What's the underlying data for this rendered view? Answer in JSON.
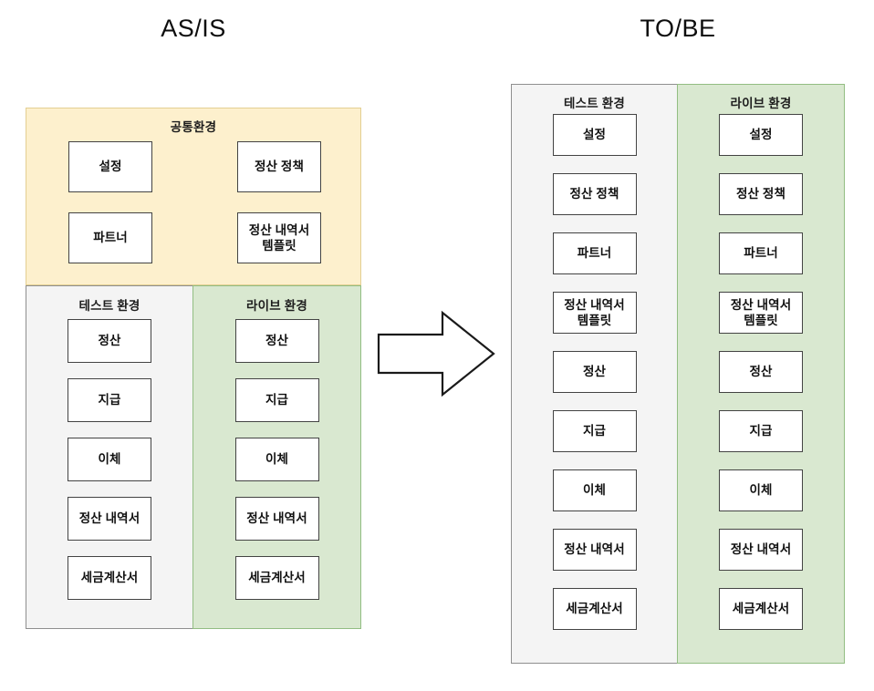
{
  "titles": {
    "asis": "AS/IS",
    "tobe": "TO/BE"
  },
  "colors": {
    "common_fill": "#fdf0cd",
    "common_border": "#e3cf92",
    "test_fill": "#f4f4f4",
    "test_border": "#8f8f8f",
    "live_fill": "#d9e8d0",
    "live_border": "#92bd82",
    "node_border": "#434343",
    "node_fill": "#ffffff",
    "arrow_stroke": "#1a1a1a"
  },
  "asis": {
    "common": {
      "label": "공통환경",
      "columns": [
        {
          "nodes": [
            {
              "label": "설정"
            },
            {
              "label": "파트너"
            }
          ]
        },
        {
          "nodes": [
            {
              "label": "정산 정책"
            },
            {
              "label": "정산 내역서\n템플릿"
            }
          ]
        }
      ]
    },
    "environments": [
      {
        "key": "test",
        "label": "테스트 환경",
        "nodes": [
          {
            "label": "정산"
          },
          {
            "label": "지급"
          },
          {
            "label": "이체"
          },
          {
            "label": "정산 내역서"
          },
          {
            "label": "세금계산서"
          }
        ]
      },
      {
        "key": "live",
        "label": "라이브 환경",
        "nodes": [
          {
            "label": "정산"
          },
          {
            "label": "지급"
          },
          {
            "label": "이체"
          },
          {
            "label": "정산 내역서"
          },
          {
            "label": "세금계산서"
          }
        ]
      }
    ]
  },
  "arrow": {
    "name": "right-arrow-icon",
    "direction": "right"
  },
  "tobe": {
    "environments": [
      {
        "key": "test",
        "label": "테스트 환경",
        "nodes": [
          {
            "label": "설정"
          },
          {
            "label": "정산 정책"
          },
          {
            "label": "파트너"
          },
          {
            "label": "정산 내역서\n템플릿"
          },
          {
            "label": "정산"
          },
          {
            "label": "지급"
          },
          {
            "label": "이체"
          },
          {
            "label": "정산 내역서"
          },
          {
            "label": "세금계산서"
          }
        ]
      },
      {
        "key": "live",
        "label": "라이브 환경",
        "nodes": [
          {
            "label": "설정"
          },
          {
            "label": "정산 정책"
          },
          {
            "label": "파트너"
          },
          {
            "label": "정산 내역서\n템플릿"
          },
          {
            "label": "정산"
          },
          {
            "label": "지급"
          },
          {
            "label": "이체"
          },
          {
            "label": "정산 내역서"
          },
          {
            "label": "세금계산서"
          }
        ]
      }
    ]
  }
}
